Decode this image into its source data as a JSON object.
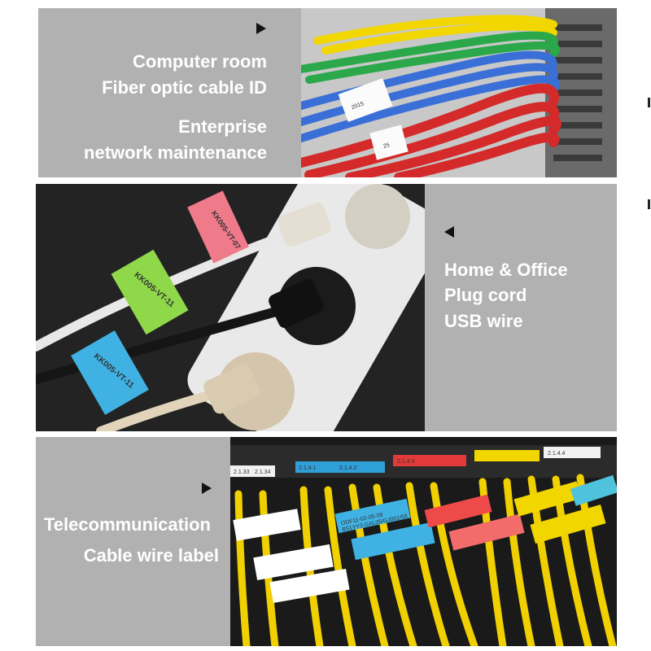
{
  "sections": [
    {
      "lines": [
        "Computer room",
        "Fiber optic cable ID",
        "Enterprise",
        "network maintenance"
      ],
      "arrow": "play-right-icon",
      "photo": "network-patch-cables-photo"
    },
    {
      "lines": [
        "Home & Office",
        "Plug cord",
        "USB wire"
      ],
      "arrow": "play-left-icon",
      "photo": "power-strip-cables-photo"
    },
    {
      "lines": [
        "Telecommunication",
        "Cable wire label"
      ],
      "arrow": "play-right-icon",
      "photo": "telecom-patch-panel-photo"
    }
  ],
  "photo_labels": {
    "power": [
      "KK005-VT-07",
      "KK005-VT-11",
      "KK005-VT-11"
    ],
    "network": [
      "2015",
      "25"
    ],
    "telecom_panel": [
      "2.1.33",
      "2.1.34",
      "2.1.4.1",
      "2.1.4.2",
      "2.1.4.3",
      "2.1.4.4"
    ],
    "telecom_tag": [
      "ODF11-02-05-08",
      "B51YY3 GXL05/GJ001/58"
    ]
  },
  "colors": {
    "grey_panel": "#b1b1b1",
    "text": "#ffffff",
    "arrow": "#111111",
    "cable_yellow": "#f0d000",
    "cable_blue": "#3a6fd8",
    "cable_red": "#d42a2a",
    "cable_green": "#2aa84a"
  }
}
